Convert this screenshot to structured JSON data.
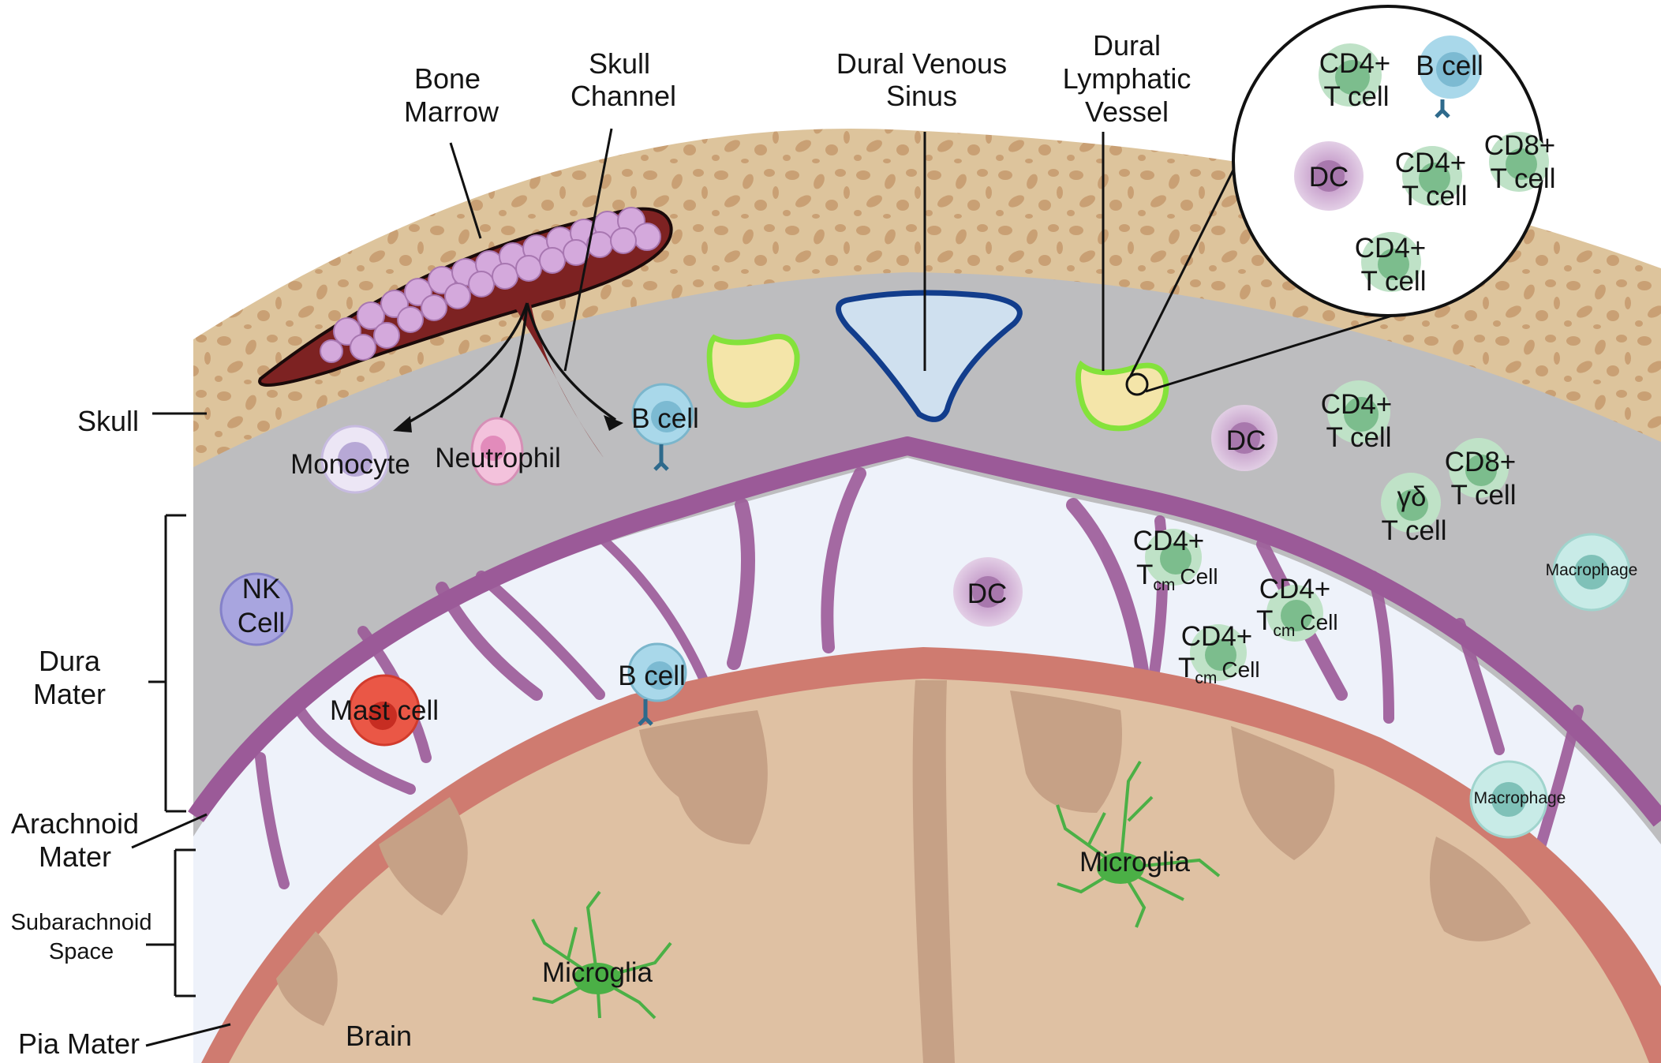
{
  "structures": {
    "bone_marrow": [
      "Bone",
      "Marrow"
    ],
    "skull_channel": [
      "Skull",
      "Channel"
    ],
    "dural_venous_sinus": [
      "Dural Venous",
      "Sinus"
    ],
    "dural_lymphatic_vessel": [
      "Dural",
      "Lymphatic",
      "Vessel"
    ],
    "skull": "Skull",
    "dura_mater": [
      "Dura",
      "Mater"
    ],
    "arachnoid_mater": [
      "Arachnoid",
      "Mater"
    ],
    "subarachnoid_space": [
      "Subarachnoid",
      "Space"
    ],
    "pia_mater": "Pia Mater",
    "brain": "Brain"
  },
  "cells": {
    "monocyte": "Monocyte",
    "neutrophil": "Neutrophil",
    "b_cell": "B cell",
    "nk_cell": [
      "NK",
      "Cell"
    ],
    "mast_cell": "Mast cell",
    "dc": "DC",
    "cd4": "CD4+",
    "cd8": "CD8+",
    "t_cell": "T cell",
    "gamma_delta": "γδ",
    "t_cm": "T",
    "t_cm_sub": "cm",
    "cell_word": "Cell",
    "macrophage": "Macrophage",
    "microglia": "Microglia"
  },
  "colors": {
    "skull_bone": "#ddc49c",
    "bone_pore": "#c9a074",
    "dura_grey": "#bdbdbf",
    "arachnoid_purple": "#9b5a98",
    "subarachnoid_bg": "#eef2fa",
    "pia_red": "#cf7b70",
    "brain_tan": "#dfc1a3",
    "brain_gyri": "#c6a186",
    "marrow_red": "#7d2222",
    "marrow_cells": "#d4a9dc",
    "sinus_blue": "#123d8c",
    "lymph_green": "#84e23b",
    "lymph_fill": "#f4e5a9",
    "t_cell_green": "#a6d4b2",
    "b_cell_blue": "#a9d8ea",
    "dc_purple": "#caa5cf",
    "microglia_green": "#4bb046",
    "mast_red": "#ea5746",
    "nk_violet": "#a8a5df",
    "macrophage_teal": "#c8ebe7"
  }
}
